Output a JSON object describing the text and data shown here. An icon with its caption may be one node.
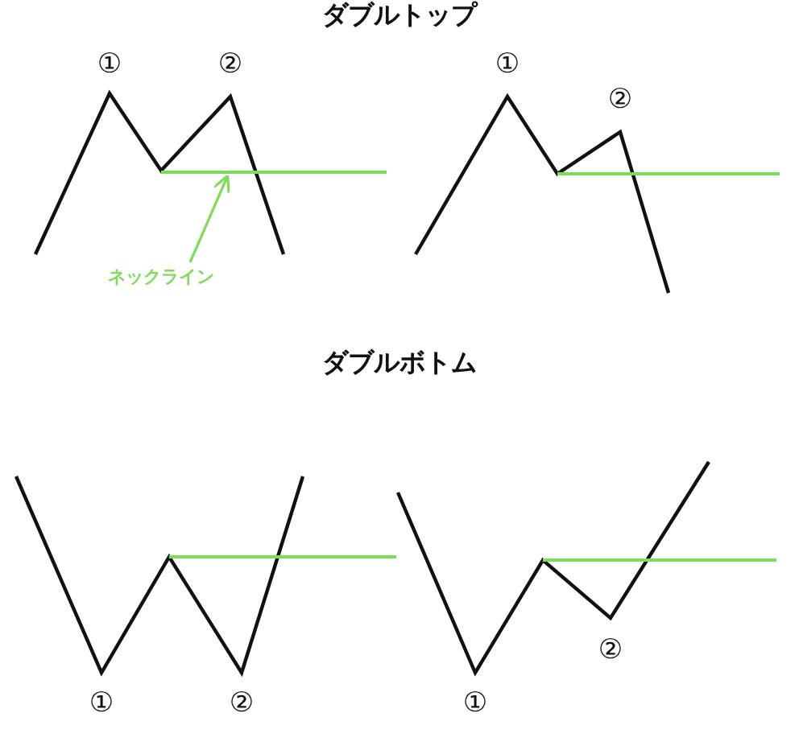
{
  "diagram": {
    "nodes": [
      {
        "text": [
          "ネックライン"
        ]
      },
      {
        "text": [],
        "shape": "line"
      }
    ],
    "edges": [
      {
        "from": 0,
        "to": 1,
        "arrow": "to"
      }
    ],
    "labels": [
      "ダブルトップ",
      "①",
      "②",
      "①",
      "②",
      "ダブルボトム",
      "①",
      "②",
      "①",
      "②"
    ]
  }
}
